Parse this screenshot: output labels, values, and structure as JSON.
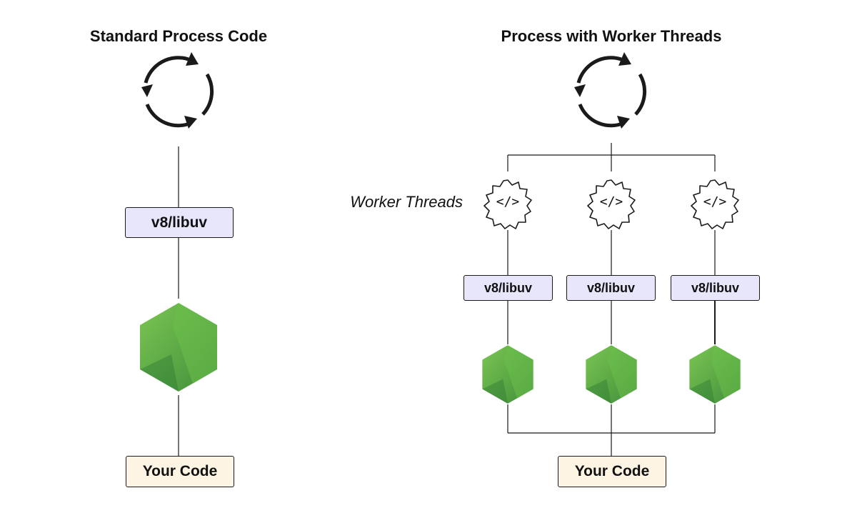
{
  "standard": {
    "title": "Standard Process Code",
    "libuv_label": "v8/libuv",
    "code_label": "Your Code"
  },
  "workers": {
    "title": "Process with Worker Threads",
    "caption": "Worker Threads",
    "libuv_labels": [
      "v8/libuv",
      "v8/libuv",
      "v8/libuv"
    ],
    "code_label": "Your Code",
    "gear_icon": "</>"
  },
  "colors": {
    "line": "#1a1a1a",
    "libuv_fill": "#e8e6fb",
    "code_fill": "#fdf4e3",
    "node_light": "#6fbf4a",
    "node_mid": "#4a9d3c",
    "node_dark": "#2f7a31"
  }
}
